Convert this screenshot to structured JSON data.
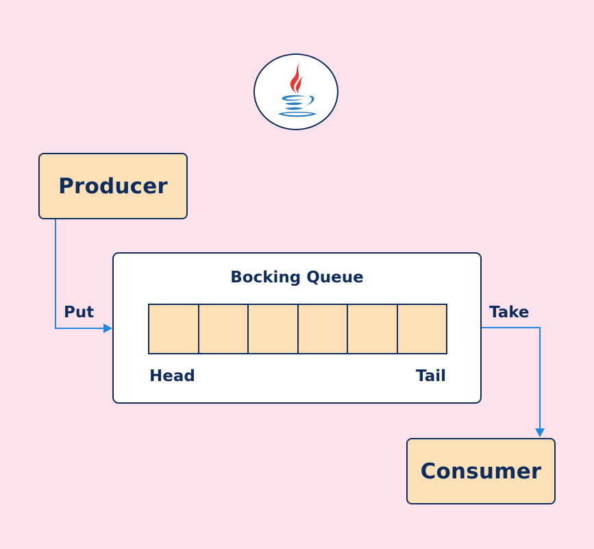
{
  "logo": {
    "icon": "java-coffee-cup-icon",
    "flame_color": "#e53935",
    "cup_color": "#2a7fc1"
  },
  "producer": {
    "label": "Producer"
  },
  "consumer": {
    "label": "Consumer"
  },
  "queue": {
    "title": "Bocking Queue",
    "cell_count": 6,
    "head_label": "Head",
    "tail_label": "Tail"
  },
  "edges": {
    "put_label": "Put",
    "take_label": "Take",
    "color": "#1e88e5"
  },
  "colors": {
    "background": "#fde2ec",
    "box_fill": "#fce0b8",
    "outline": "#0f2d5c",
    "text": "#0f2d5c"
  }
}
